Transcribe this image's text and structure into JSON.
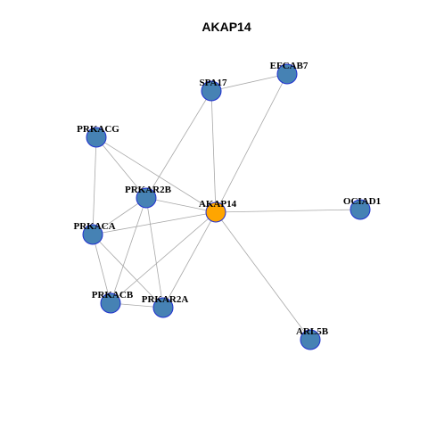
{
  "title": "AKAP14",
  "colors": {
    "hub_fill": "#FFA500",
    "node_fill": "#4682B4",
    "node_stroke": "#1F2FCF",
    "edge": "#A8A8A8"
  },
  "nodes": [
    {
      "id": "AKAP14",
      "label": "AKAP14",
      "hub": true
    },
    {
      "id": "EFCAB7",
      "label": "EFCAB7"
    },
    {
      "id": "SPA17",
      "label": "SPA17"
    },
    {
      "id": "PRKACG",
      "label": "PRKACG"
    },
    {
      "id": "PRKAR2B",
      "label": "PRKAR2B"
    },
    {
      "id": "OCIAD1",
      "label": "OCIAD1"
    },
    {
      "id": "PRKACA",
      "label": "PRKACA"
    },
    {
      "id": "PRKACB",
      "label": "PRKACB"
    },
    {
      "id": "PRKAR2A",
      "label": "PRKAR2A"
    },
    {
      "id": "ARL5B",
      "label": "ARL5B"
    }
  ],
  "edges": [
    [
      "SPA17",
      "EFCAB7"
    ],
    [
      "SPA17",
      "AKAP14"
    ],
    [
      "SPA17",
      "PRKAR2B"
    ],
    [
      "EFCAB7",
      "AKAP14"
    ],
    [
      "PRKACG",
      "PRKAR2B"
    ],
    [
      "PRKACG",
      "AKAP14"
    ],
    [
      "PRKACG",
      "PRKACA"
    ],
    [
      "PRKAR2B",
      "AKAP14"
    ],
    [
      "PRKAR2B",
      "PRKACA"
    ],
    [
      "PRKAR2B",
      "PRKACB"
    ],
    [
      "PRKAR2B",
      "PRKAR2A"
    ],
    [
      "AKAP14",
      "OCIAD1"
    ],
    [
      "AKAP14",
      "PRKACA"
    ],
    [
      "AKAP14",
      "PRKACB"
    ],
    [
      "AKAP14",
      "PRKAR2A"
    ],
    [
      "AKAP14",
      "ARL5B"
    ],
    [
      "PRKACA",
      "PRKACB"
    ],
    [
      "PRKACA",
      "PRKAR2A"
    ],
    [
      "PRKACB",
      "PRKAR2A"
    ]
  ]
}
